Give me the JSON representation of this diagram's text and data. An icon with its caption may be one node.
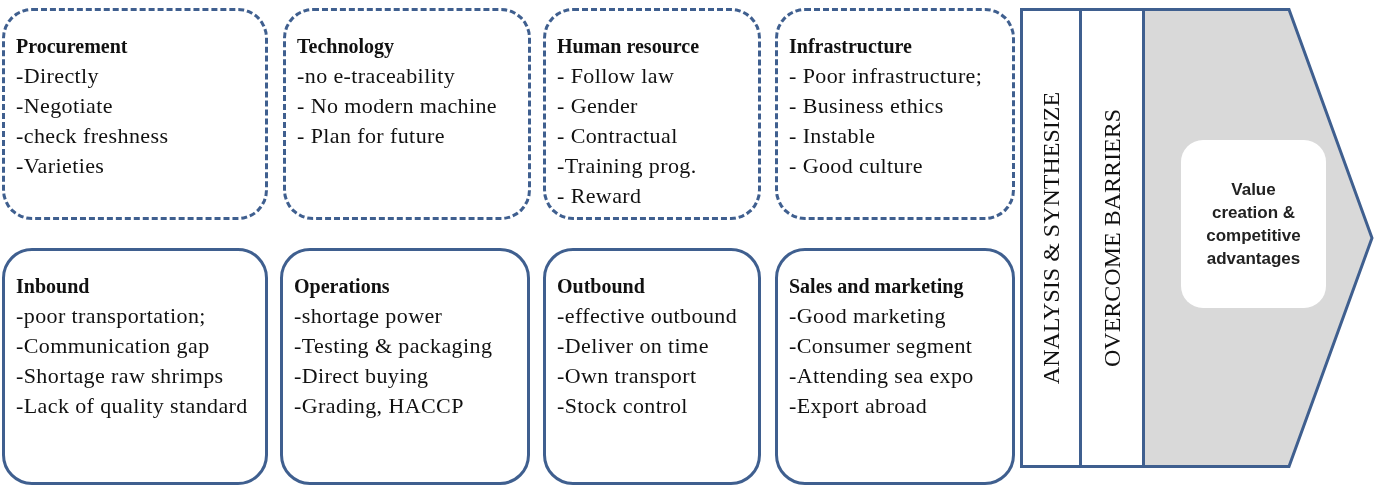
{
  "diagram": {
    "nodes": [
      {
        "text": [
          "Procurement",
          "-Directly",
          "-Negotiate",
          "-check freshness",
          "-Varieties"
        ]
      },
      {
        "text": [
          "Technology",
          "-no e-traceability",
          "- No modern machine",
          "- Plan for future"
        ]
      },
      {
        "text": [
          "Human resource",
          "-   Follow law",
          "- Gender",
          "- Contractual",
          "-Training prog.",
          "- Reward"
        ]
      },
      {
        "text": [
          "Infrastructure",
          "- Poor infrastructure;",
          "-   Business ethics",
          "- Instable",
          "- Good culture"
        ]
      },
      {
        "text": [
          "Inbound",
          "-poor transportation;",
          "-Communication gap",
          "-Shortage raw shrimps",
          "-Lack of quality standard"
        ]
      },
      {
        "text": [
          "Operations",
          "-shortage power",
          "-Testing & packaging",
          "-Direct buying",
          "-Grading, HACCP"
        ]
      },
      {
        "text": [
          "Outbound",
          "-effective outbound",
          "-Deliver on time",
          "-Own transport",
          "-Stock control"
        ]
      },
      {
        "text": [
          "Sales and marketing",
          "-Good marketing",
          "-Consumer segment",
          "-Attending sea expo",
          "-Export abroad"
        ]
      },
      {
        "text": [
          "ANALYSIS & SYNTHESIZE"
        ]
      },
      {
        "text": [
          "OVERCOME BARRIERS"
        ]
      },
      {
        "text": [],
        "shape": "chevron"
      },
      {
        "text": [
          "Value creation & competitive advantages"
        ],
        "in": 10
      }
    ],
    "edges": []
  }
}
